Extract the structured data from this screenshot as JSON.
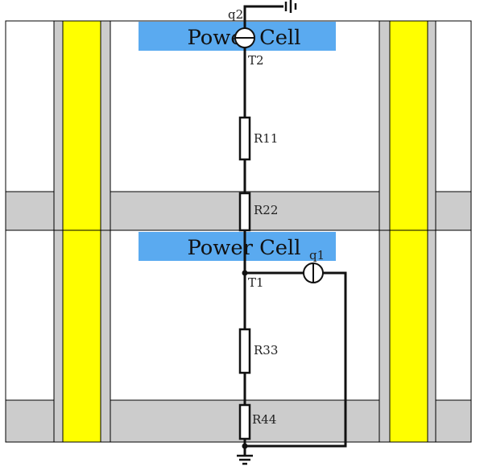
{
  "colors": {
    "background": "#ffffff",
    "rail_gray": "#cccccc",
    "rail_yellow": "#ffff00",
    "power_cell": "#5aaaf0",
    "wire": "#111111",
    "resistor_fill": "#ffffff"
  },
  "cells": [
    {
      "label": "Power Cell"
    },
    {
      "label": "Power Cell"
    }
  ],
  "resistors": [
    {
      "label": "R11"
    },
    {
      "label": "R22"
    },
    {
      "label": "R33"
    },
    {
      "label": "R44"
    }
  ],
  "sources": [
    {
      "label": "q2"
    },
    {
      "label": "q1"
    }
  ],
  "nodes": [
    {
      "label": "T2"
    },
    {
      "label": "T1"
    }
  ],
  "icons": {
    "ground_bottom": "ground-icon",
    "ground_top": "ground-icon",
    "current_source": "current-source-icon"
  }
}
